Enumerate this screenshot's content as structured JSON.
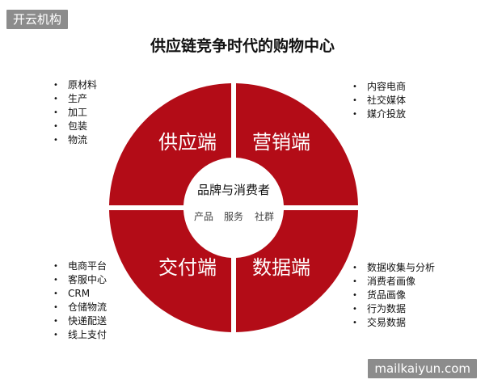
{
  "corner_badge": "开云机构",
  "watermark": "mailkaiyun.com",
  "title": "供应链竞争时代的购物中心",
  "center": {
    "title": "品牌与消费者",
    "tags": [
      "产品",
      "服务",
      "社群"
    ]
  },
  "quadrants": [
    {
      "label": "供应端",
      "items": [
        "原材料",
        "生产",
        "加工",
        "包装",
        "物流"
      ]
    },
    {
      "label": "营销端",
      "items": [
        "内容电商",
        "社交媒体",
        "媒介投放"
      ]
    },
    {
      "label": "交付端",
      "items": [
        "电商平台",
        "客服中心",
        "CRM",
        "仓储物流",
        "快递配送",
        "线上支付"
      ]
    },
    {
      "label": "数据端",
      "items": [
        "数据收集与分析",
        "消费者画像",
        "货品画像",
        "行为数据",
        "交易数据"
      ]
    }
  ],
  "colors": {
    "ring": "#b30c17",
    "badge": "#8c8c8c"
  }
}
